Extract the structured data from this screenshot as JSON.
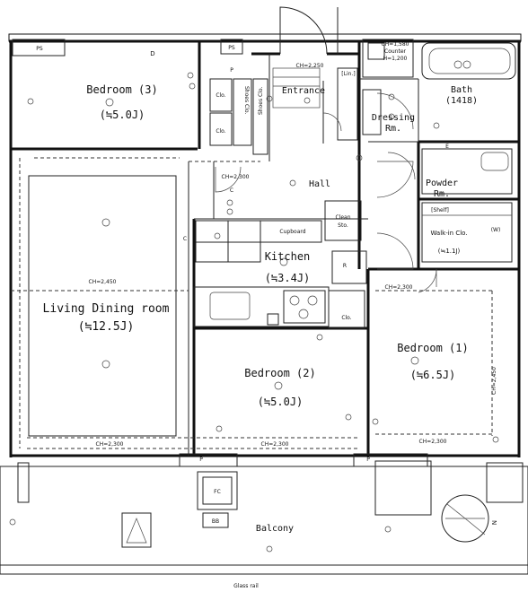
{
  "rooms": {
    "bedroom3": {
      "name": "Bedroom (3)",
      "area": "(≒5.0J)"
    },
    "living": {
      "name": "Living Dining room",
      "area": "(≒12.5J)"
    },
    "kitchen": {
      "name": "Kitchen",
      "area": "(≒3.4J)"
    },
    "bedroom2": {
      "name": "Bedroom (2)",
      "area": "(≒5.0J)"
    },
    "bedroom1": {
      "name": "Bedroom (1)",
      "area": "(≒6.5J)"
    },
    "entrance": {
      "name": "Entrance"
    },
    "hall": {
      "name": "Hall"
    },
    "dressing": {
      "name": "Dressing",
      "sub": "Rm."
    },
    "bath": {
      "name": "Bath",
      "code": "(1418)"
    },
    "powder": {
      "name": "Powder",
      "sub": "Rm."
    },
    "walkin": {
      "name": "Walk-in Clo.",
      "area": "(≒1.1J)"
    },
    "balcony": {
      "name": "Balcony"
    }
  },
  "labels": {
    "ps": "PS",
    "p": "P",
    "d": "D",
    "clo": "Clo.",
    "shoes": "Shoes Clo.",
    "shoes_clo2": "Shoes Clo.",
    "cupboard": "Cupboard",
    "clean_sto": "Clean",
    "clean_sto2": "Sto.",
    "r": "R",
    "c": "C",
    "shelf": "[Shelf]",
    "w": "(W)",
    "lin": "[Lin.]",
    "counter1": "CH=1,580",
    "counter2": "Counter",
    "counter3": "H=1,200",
    "fc": "FC",
    "bb": "BB",
    "glass_rail": "Glass rail",
    "north": "N",
    "e": "E"
  },
  "heights": {
    "ch2250": "CH=2,250",
    "ch2300a": "CH=2,300",
    "ch2450a": "CH=2,450",
    "ch2300b": "CH=2,300",
    "ch2450b": "CH=2,450",
    "ch2300c": "CH=2,300",
    "ch2300d": "CH=2,300",
    "ch2300e": "CH=2,300"
  }
}
